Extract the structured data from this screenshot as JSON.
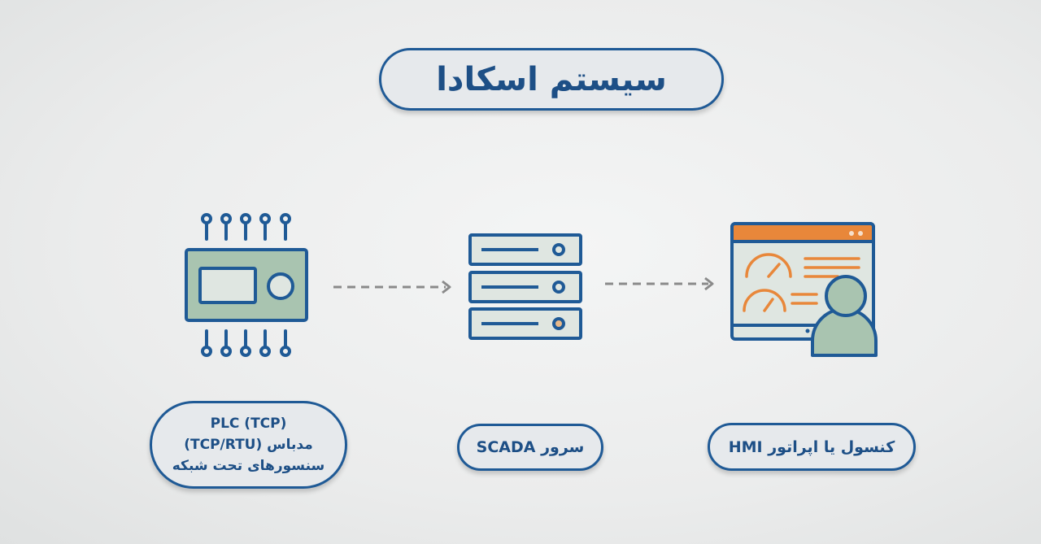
{
  "title": "سیستم اسکادا",
  "nodes": [
    {
      "id": "plc",
      "lines": [
        "PLC (TCP)",
        "مدباس (TCP/RTU)",
        "سنسورهای تحت شبکه"
      ]
    },
    {
      "id": "scada",
      "lines": [
        "سرور SCADA"
      ]
    },
    {
      "id": "hmi",
      "lines": [
        "کنسول یا اپراتور HMI"
      ]
    }
  ],
  "colors": {
    "outline": "#1f5a96",
    "fill_green": "#a9c4b0",
    "accent_orange": "#e8873a",
    "arrow_gray": "#8a8a8a"
  },
  "icons": [
    "plc-device-icon",
    "server-rack-icon",
    "hmi-monitor-operator-icon"
  ]
}
